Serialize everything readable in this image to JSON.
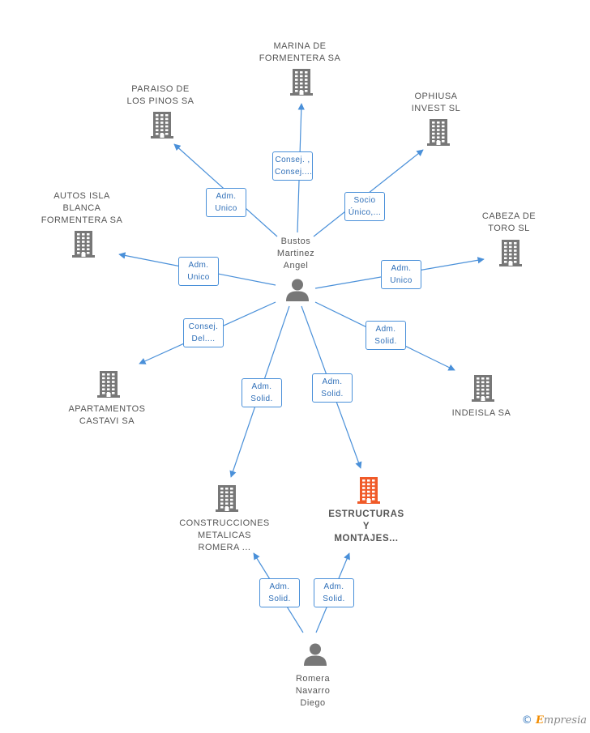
{
  "nodes": [
    {
      "id": "marina",
      "type": "company",
      "lines": [
        "MARINA DE",
        "FORMENTERA SA"
      ],
      "color": "#777777"
    },
    {
      "id": "paraiso",
      "type": "company",
      "lines": [
        "PARAISO DE",
        "LOS PINOS SA"
      ],
      "color": "#777777"
    },
    {
      "id": "ophiusa",
      "type": "company",
      "lines": [
        "OPHIUSA",
        "INVEST SL"
      ],
      "color": "#777777"
    },
    {
      "id": "autos",
      "type": "company",
      "lines": [
        "AUTOS ISLA",
        "BLANCA",
        "FORMENTERA SA"
      ],
      "color": "#777777"
    },
    {
      "id": "cabeza",
      "type": "company",
      "lines": [
        "CABEZA DE",
        "TORO  SL"
      ],
      "color": "#777777"
    },
    {
      "id": "apartamentos",
      "type": "company",
      "lines": [
        "APARTAMENTOS",
        "CASTAVI SA"
      ],
      "color": "#777777"
    },
    {
      "id": "indeisla",
      "type": "company",
      "lines": [
        "INDEISLA SA"
      ],
      "color": "#777777"
    },
    {
      "id": "construcciones",
      "type": "company",
      "lines": [
        "CONSTRUCCIONES",
        "METALICAS",
        "ROMERA ..."
      ],
      "color": "#777777"
    },
    {
      "id": "estructuras",
      "type": "company",
      "main": true,
      "lines": [
        "ESTRUCTURAS",
        "Y",
        "MONTAJES..."
      ],
      "color": "#f05a28"
    },
    {
      "id": "bustos",
      "type": "person",
      "lines": [
        "Bustos",
        "Martinez",
        "Angel"
      ],
      "color": "#777777"
    },
    {
      "id": "romera",
      "type": "person",
      "lines": [
        "Romera",
        "Navarro",
        "Diego"
      ],
      "color": "#777777"
    }
  ],
  "edges": [
    {
      "from": "bustos",
      "to": "marina",
      "label": [
        "Consej. ,",
        "Consej...."
      ]
    },
    {
      "from": "bustos",
      "to": "paraiso",
      "label": [
        "Adm.",
        "Unico"
      ]
    },
    {
      "from": "bustos",
      "to": "ophiusa",
      "label": [
        "Socio",
        "Único,..."
      ]
    },
    {
      "from": "bustos",
      "to": "autos",
      "label": [
        "Adm.",
        "Unico"
      ]
    },
    {
      "from": "bustos",
      "to": "cabeza",
      "label": [
        "Adm.",
        "Unico"
      ]
    },
    {
      "from": "bustos",
      "to": "apartamentos",
      "label": [
        "Consej.",
        "Del...."
      ]
    },
    {
      "from": "bustos",
      "to": "indeisla",
      "label": [
        "Adm.",
        "Solid."
      ]
    },
    {
      "from": "bustos",
      "to": "construcciones",
      "label": [
        "Adm.",
        "Solid."
      ]
    },
    {
      "from": "bustos",
      "to": "estructuras",
      "label": [
        "Adm.",
        "Solid."
      ]
    },
    {
      "from": "romera",
      "to": "construcciones",
      "label": [
        "Adm.",
        "Solid."
      ]
    },
    {
      "from": "romera",
      "to": "estructuras",
      "label": [
        "Adm.",
        "Solid."
      ]
    }
  ],
  "colors": {
    "edge": "#4a90d9",
    "edge_text": "#2f6fb8",
    "icon": "#777777",
    "main": "#f05a28"
  },
  "brand": {
    "copyright": "©",
    "initial": "E",
    "rest": "mpresia"
  }
}
